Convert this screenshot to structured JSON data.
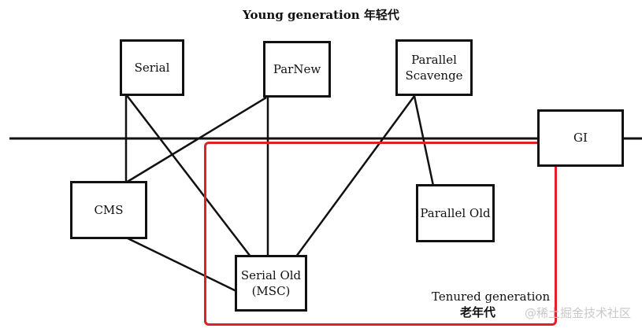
{
  "title": "Young generation 年轻代",
  "collectors": {
    "serial": "Serial",
    "parnew": "ParNew",
    "parallel_scavenge_line1": "Parallel",
    "parallel_scavenge_line2": "Scavenge",
    "g1": "GI",
    "cms": "CMS",
    "parallel_old": "Parallel Old",
    "serial_old_line1": "Serial Old",
    "serial_old_line2": "(MSC)"
  },
  "tenured": {
    "label": "Tenured generation",
    "label_cn": "老年代"
  },
  "watermark": "@稀土掘金技术社区",
  "colors": {
    "line": "#111111",
    "highlight_frame": "#e31e24"
  }
}
